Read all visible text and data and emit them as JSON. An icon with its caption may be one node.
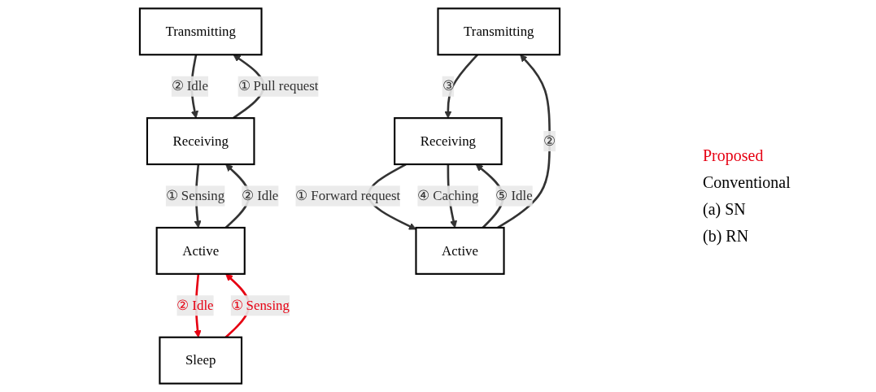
{
  "diagram": {
    "nodes": [
      {
        "text": [
          "Transmitting"
        ]
      },
      {
        "text": [
          "Sleep"
        ]
      },
      {
        "text": [
          "Active"
        ]
      },
      {
        "text": [
          "Receiving"
        ]
      },
      {
        "text": [
          "Transmitting"
        ]
      },
      {
        "text": [
          "Active"
        ]
      },
      {
        "text": [
          "Receiving"
        ]
      }
    ],
    "edges": [
      {
        "from": 3,
        "to": 0,
        "arrow": "to",
        "label": "① Pull request"
      },
      {
        "from": 0,
        "to": 3,
        "arrow": "to",
        "label": "② Idle"
      },
      {
        "from": 1,
        "to": 2,
        "arrow": "to",
        "label": "① Sensing",
        "color": "#e60012"
      },
      {
        "from": 2,
        "to": 1,
        "arrow": "to",
        "label": "② Idle",
        "color": "#e60012"
      },
      {
        "from": 3,
        "to": 2,
        "arrow": "to",
        "label": "① Sensing"
      },
      {
        "from": 2,
        "to": 3,
        "arrow": "to",
        "label": "② Idle"
      },
      {
        "from": 6,
        "to": 5,
        "arrow": "to",
        "label": "① Forward request"
      },
      {
        "from": 5,
        "to": 4,
        "arrow": "to",
        "label": "②"
      },
      {
        "from": 4,
        "to": 6,
        "arrow": "to",
        "label": "③"
      },
      {
        "from": 6,
        "to": 5,
        "arrow": "to",
        "label": "④ Caching"
      },
      {
        "from": 5,
        "to": 6,
        "arrow": "to",
        "label": "⑤ Idle"
      }
    ],
    "labels": [
      "Proposed",
      "Conventional",
      "(a) SN",
      "(b) RN"
    ]
  }
}
